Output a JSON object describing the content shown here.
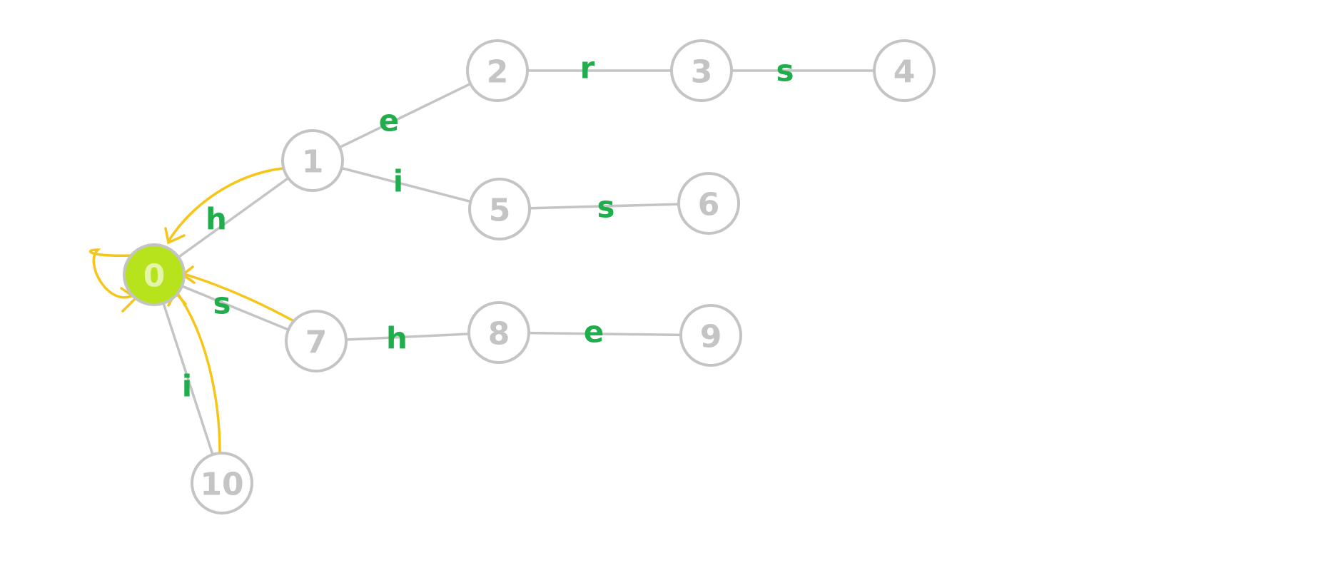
{
  "colors": {
    "edge": "#c4c4c4",
    "edge_label": "#1fae4b",
    "failure_link": "#f5c518",
    "active_node_fill": "#b7e31c"
  },
  "nodes": [
    {
      "id": "0",
      "active": true
    },
    {
      "id": "1"
    },
    {
      "id": "2"
    },
    {
      "id": "3"
    },
    {
      "id": "4"
    },
    {
      "id": "5"
    },
    {
      "id": "6"
    },
    {
      "id": "7"
    },
    {
      "id": "8"
    },
    {
      "id": "9"
    },
    {
      "id": "10"
    }
  ],
  "edges": [
    {
      "from": "0",
      "to": "1",
      "label": "h"
    },
    {
      "from": "1",
      "to": "2",
      "label": "e"
    },
    {
      "from": "2",
      "to": "3",
      "label": "r"
    },
    {
      "from": "3",
      "to": "4",
      "label": "s"
    },
    {
      "from": "1",
      "to": "5",
      "label": "i"
    },
    {
      "from": "5",
      "to": "6",
      "label": "s"
    },
    {
      "from": "0",
      "to": "7",
      "label": "s"
    },
    {
      "from": "7",
      "to": "8",
      "label": "h"
    },
    {
      "from": "8",
      "to": "9",
      "label": "e"
    },
    {
      "from": "0",
      "to": "10",
      "label": "i"
    }
  ],
  "failure_links": [
    {
      "from": "0",
      "to": "0"
    },
    {
      "from": "1",
      "to": "0"
    },
    {
      "from": "7",
      "to": "0"
    },
    {
      "from": "10",
      "to": "0"
    }
  ]
}
